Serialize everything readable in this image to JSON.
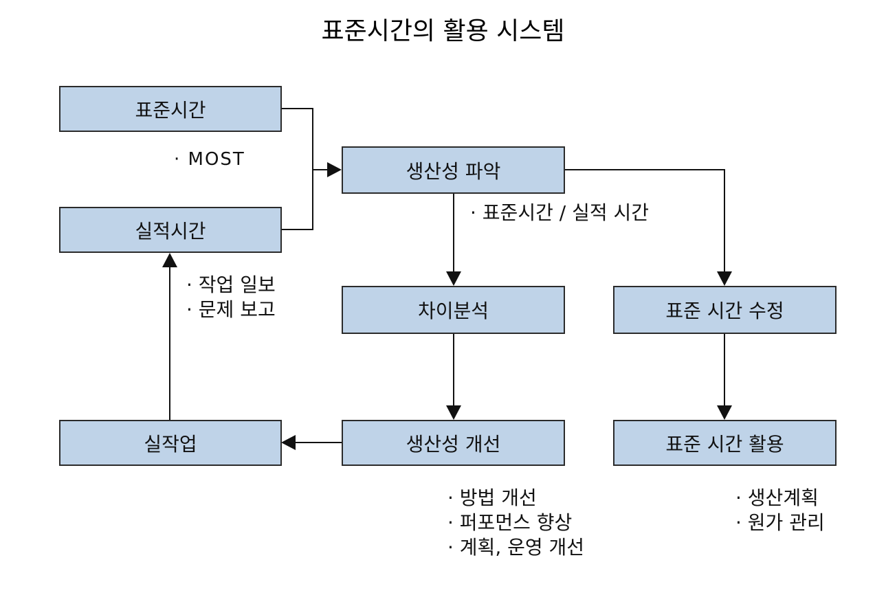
{
  "title": "표준시간의 활용 시스템",
  "nodes": {
    "standard_time": "표준시간",
    "actual_time": "실적시간",
    "productivity_check": "생산성 파악",
    "gap_analysis": "차이분석",
    "std_time_revision": "표준 시간 수정",
    "productivity_improve": "생산성 개선",
    "std_time_use": "표준 시간 활용",
    "actual_work": "실작업"
  },
  "notes": {
    "most": "· MOST",
    "std_vs_actual": "· 표준시간 / 실적 시간",
    "work_reports": [
      "· 작업 일보",
      "· 문제 보고"
    ],
    "improvements": [
      "· 방법 개선",
      "· 퍼포먼스 향상",
      "· 계획, 운영 개선"
    ],
    "uses": [
      "· 생산계획",
      "· 원가 관리"
    ]
  },
  "colors": {
    "box_fill": "#bfd3e8",
    "box_border": "#2a2a2a",
    "line": "#111111"
  }
}
